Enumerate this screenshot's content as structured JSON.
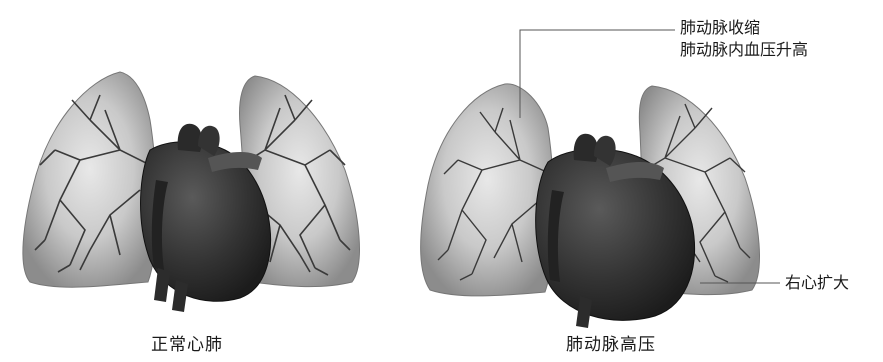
{
  "figure": {
    "panels": [
      {
        "caption": "正常心肺"
      },
      {
        "caption": "肺动脉高压"
      }
    ],
    "annotations": {
      "pulmonary_line1": "肺动脉收缩",
      "pulmonary_line2": "肺动脉内血压升高",
      "right_heart": "右心扩大"
    }
  }
}
